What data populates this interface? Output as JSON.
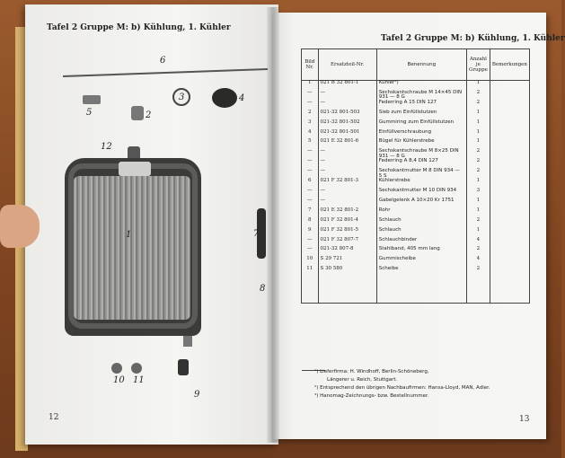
{
  "left": {
    "title": "Tafel 2   Gruppe M: b) Kühlung, 1. Kühler",
    "page_number": "12",
    "callouts": [
      "6",
      "5",
      "3",
      "4",
      "2",
      "12",
      "1",
      "7",
      "8",
      "9",
      "10",
      "11"
    ]
  },
  "right": {
    "title": "Tafel 2   Gruppe M: b) Kühlung, 1. Kühler",
    "page_number": "13",
    "columns": [
      "Bild Nr.",
      "Ersatzteil-Nr.",
      "Benennung",
      "Anzahl je Gruppe",
      "Bemerkungen"
    ],
    "rows": [
      {
        "nr": "1",
        "teil": "021 B 32 801-1",
        "ben": "Kühler¹)",
        "anz": "1"
      },
      {
        "nr": "—",
        "teil": "—",
        "ben": "Sechskantschraube M 14×45 DIN 931 — 8 G",
        "anz": "2"
      },
      {
        "nr": "—",
        "teil": "—",
        "ben": "Federring A 15 DIN 127",
        "anz": "2"
      },
      {
        "nr": "2",
        "teil": "021-32 801-503",
        "ben": "Sieb zum Einfüllstutzen",
        "anz": "1"
      },
      {
        "nr": "3",
        "teil": "021-32 801-502",
        "ben": "Gummiring zum Einfüllstutzen",
        "anz": "1"
      },
      {
        "nr": "4",
        "teil": "021-32 801-501",
        "ben": "Einfüllverschraubung",
        "anz": "1"
      },
      {
        "nr": "5",
        "teil": "021 E 32 801-6",
        "ben": "Bügel für Kühlerstrebe",
        "anz": "1"
      },
      {
        "nr": "—",
        "teil": "—",
        "ben": "Sechskantschraube M 8×25 DIN 931 — 8 G",
        "anz": "2"
      },
      {
        "nr": "—",
        "teil": "—",
        "ben": "Federring A 8,4 DIN 127",
        "anz": "2"
      },
      {
        "nr": "—",
        "teil": "—",
        "ben": "Sechskantmutter M 8 DIN 934 — 5 S",
        "anz": "2"
      },
      {
        "nr": "6",
        "teil": "021 F 32 801-3",
        "ben": "Kühlerstrebe",
        "anz": "1"
      },
      {
        "nr": "—",
        "teil": "—",
        "ben": "Sechskantmutter M 10 DIN 934",
        "anz": "3"
      },
      {
        "nr": "—",
        "teil": "—",
        "ben": "Gabelgelenk A 10×20 Kr 1751",
        "anz": "1"
      },
      {
        "nr": "7",
        "teil": "021 E 32 801-2",
        "ben": "Rohr",
        "anz": "1"
      },
      {
        "nr": "8",
        "teil": "021 F 32 801-4",
        "ben": "Schlauch",
        "anz": "2"
      },
      {
        "nr": "9",
        "teil": "021 F 32 801-5",
        "ben": "Schlauch",
        "anz": "1"
      },
      {
        "nr": "—",
        "teil": "021 F 32 807-7",
        "ben": "Schlauchbinder",
        "anz": "4"
      },
      {
        "nr": "—",
        "teil": "021-32 807-8",
        "ben": "Stahlband, 405 mm lang",
        "anz": "2"
      },
      {
        "nr": "10",
        "teil": "S 29 721",
        "ben": "Gummischeibe",
        "anz": "4"
      },
      {
        "nr": "11",
        "teil": "S 30 580",
        "ben": "Scheibe",
        "anz": "2"
      }
    ],
    "footnotes": [
      "¹) Lieferfirma: H. Windhoff, Berlin-Schöneberg,",
      "Längerer u. Reich, Stuttgart.",
      "²) Entsprechend den übrigen Nachbaufirmen: Hansa-Lloyd, MAN, Adler.",
      "³) Hanomag-Zeichnungs- bzw. Bestellnummer."
    ]
  }
}
